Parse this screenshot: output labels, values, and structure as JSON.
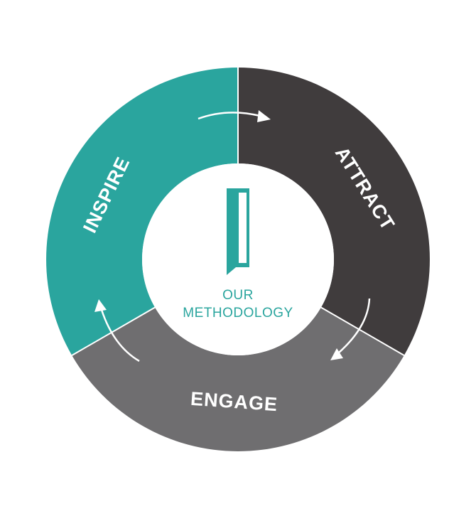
{
  "diagram": {
    "segments": [
      {
        "id": "inspire",
        "label": "INSPIRE",
        "color": "#2aa59e"
      },
      {
        "id": "attract",
        "label": "ATTRACT",
        "color": "#403c3d"
      },
      {
        "id": "engage",
        "label": "ENGAGE",
        "color": "#6f6e70"
      }
    ],
    "center": {
      "line1": "OUR",
      "line2": "METHODOLOGY",
      "logo_icon": "monolith-logo-icon",
      "text_color": "#2aa59e"
    },
    "arrows": [
      "arrow-right-icon",
      "arrow-down-left-icon",
      "arrow-up-icon"
    ],
    "divider_color": "#ffffff"
  }
}
